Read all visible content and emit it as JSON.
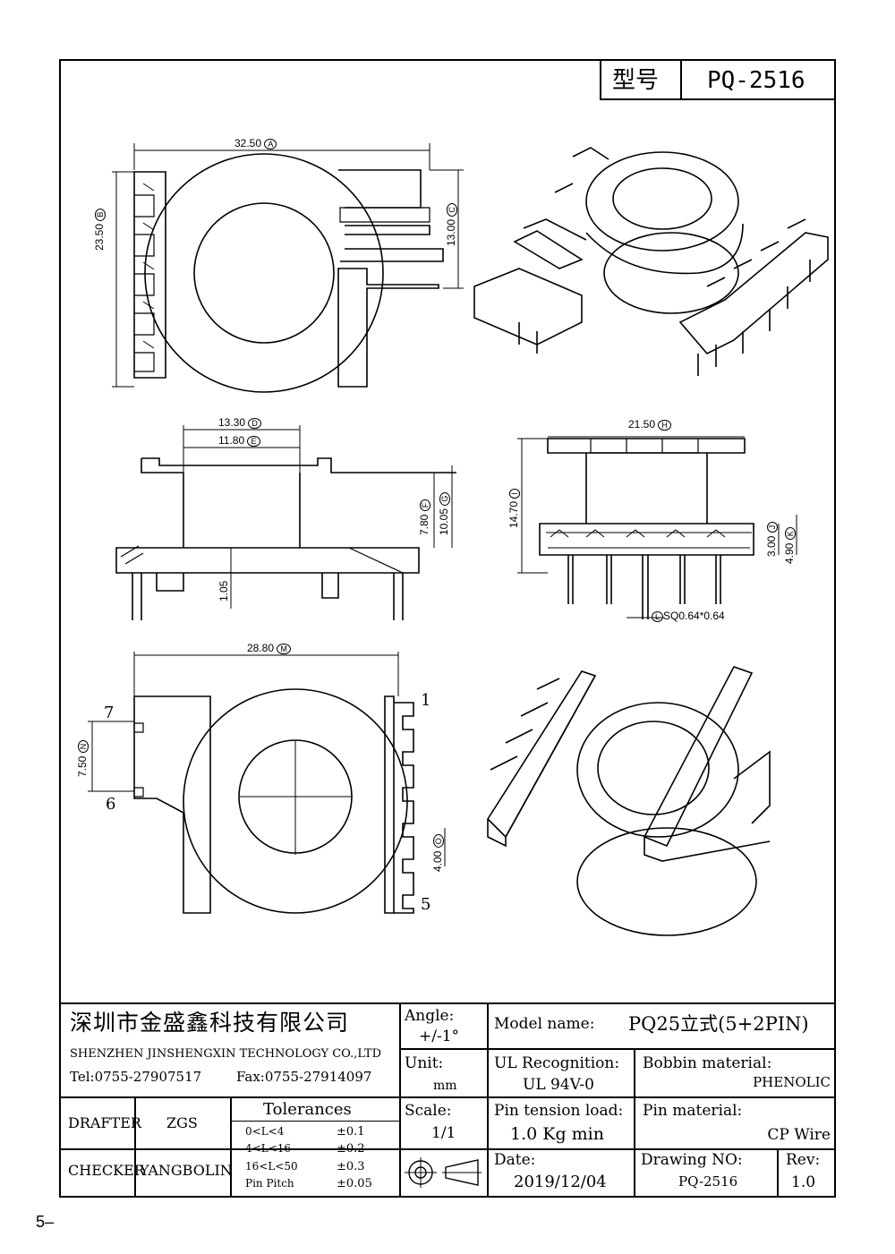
{
  "header": {
    "type_label": "型号",
    "model": "PQ-2516"
  },
  "dims": {
    "a": "32.50",
    "a_tag": "A",
    "b": "23.50",
    "b_tag": "B",
    "c": "13.00",
    "c_tag": "C",
    "d": "13.30",
    "d_tag": "D",
    "e": "11.80",
    "e_tag": "E",
    "f": "7.80",
    "f_tag": "F",
    "g": "10.05",
    "g_tag": "G",
    "h": "21.50",
    "h_tag": "H",
    "i": "14.70",
    "i_tag": "I",
    "j": "3.00",
    "j_tag": "J",
    "k": "4.90",
    "k_tag": "K",
    "l": "SQ0.64*0.64",
    "l_tag": "L",
    "m": "28.80",
    "m_tag": "M",
    "n": "7.50",
    "n_tag": "N",
    "o": "4.00",
    "o_tag": "O",
    "base": "1.05"
  },
  "pins": {
    "p1": "1",
    "p5": "5",
    "p6": "6",
    "p7": "7"
  },
  "title_block": {
    "company_cn": "深圳市金盛鑫科技有限公司",
    "company_en": "SHENZHEN JINSHENGXIN TECHNOLOGY CO.,LTD",
    "tel": "Tel:0755-27907517",
    "fax": "Fax:0755-27914097",
    "angle_label": "Angle:",
    "angle_value": "+/-1°",
    "unit_label": "Unit:",
    "unit_value": "mm",
    "scale_label": "Scale:",
    "scale_value": "1/1",
    "model_label": "Model name:",
    "model_value": "PQ25立式(5+2PIN)",
    "ul_label": "UL Recognition:",
    "ul_value": "UL 94V-0",
    "bobbin_label": "Bobbin material:",
    "bobbin_value": "PHENOLIC",
    "tension_label": "Pin tension load:",
    "tension_value": "1.0 Kg min",
    "pinmat_label": "Pin material:",
    "pinmat_value": "CP Wire",
    "date_label": "Date:",
    "date_value": "2019/12/04",
    "drawno_label": "Drawing NO:",
    "drawno_value": "PQ-2516",
    "rev_label": "Rev:",
    "rev_value": "1.0",
    "drafter_label": "DRAFTER",
    "drafter_value": "ZGS",
    "checker_label": "CHECKER",
    "checker_value": "YANGBOLIN",
    "tol_title": "Tolerances",
    "tolerances": [
      {
        "range": "0<L<4",
        "value": "±0.1"
      },
      {
        "range": "4<L<16",
        "value": "±0.2"
      },
      {
        "range": "16<L<50",
        "value": "±0.3"
      },
      {
        "range": "Pin Pitch",
        "value": "±0.05"
      }
    ]
  },
  "page_number": "5–"
}
